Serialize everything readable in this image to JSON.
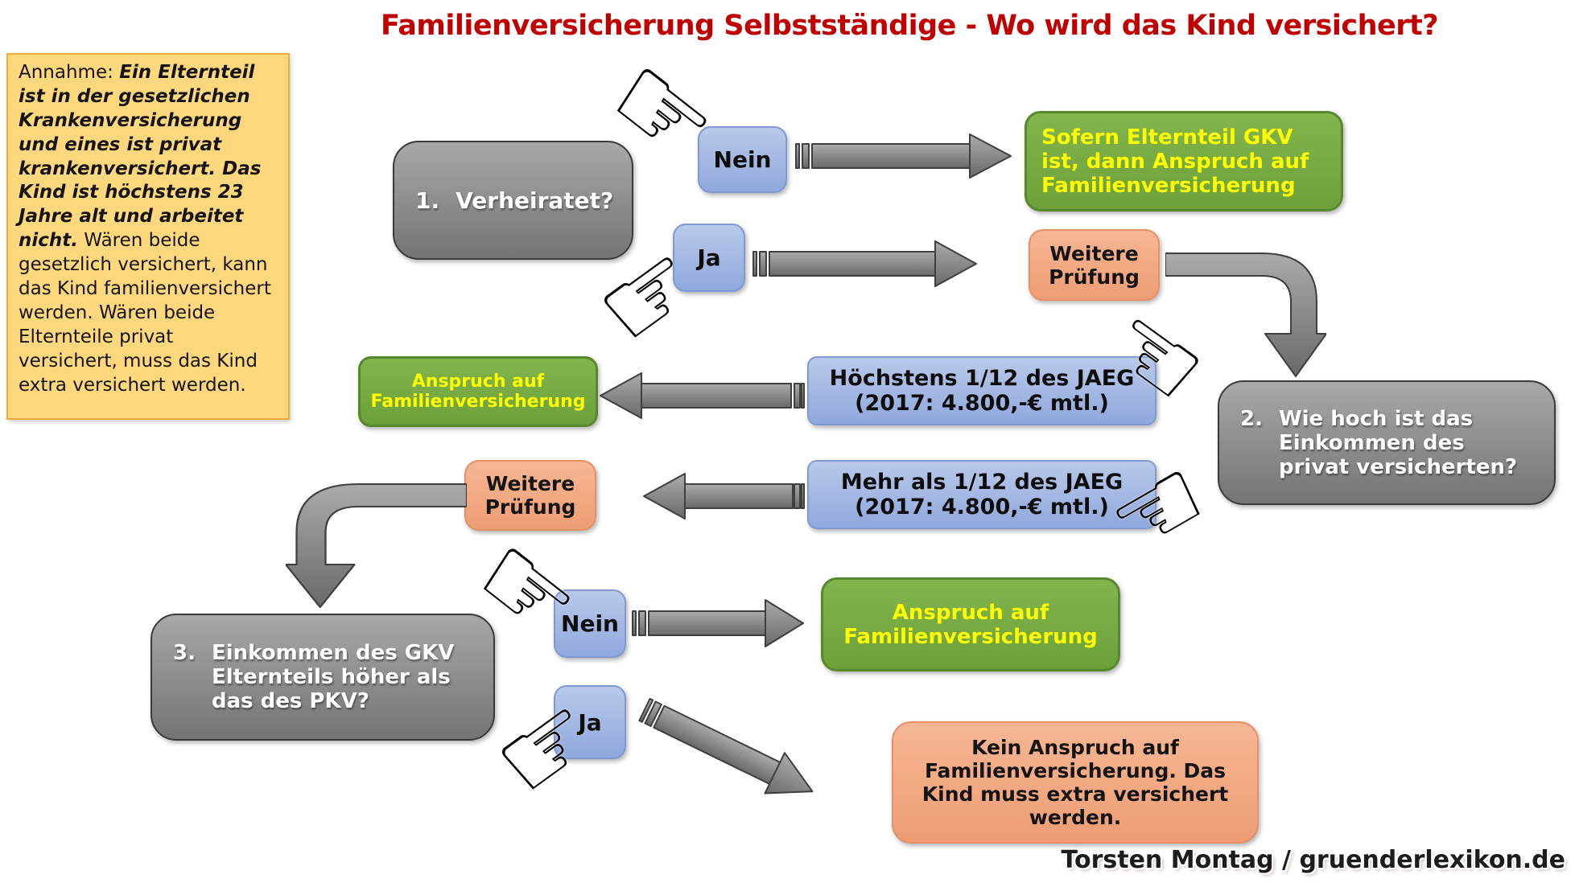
{
  "title": "Familienversicherung Selbstständige - Wo wird das Kind versichert?",
  "note": {
    "prefix": "Annahme: ",
    "emphasis": "Ein Elternteil ist in der gesetzlichen Krankenversicherung und eines ist privat krankenversichert. Das Kind ist höchstens 23 Jahre alt und arbeitet nicht.",
    "rest": " Wären beide gesetzlich versichert, kann das Kind familienversichert werden. Wären beide Elternteile privat versichert, muss das Kind extra versichert werden."
  },
  "step1": {
    "number": "1.",
    "question": "Verheiratet?",
    "no_label": "Nein",
    "yes_label": "Ja",
    "no_result": "Sofern Elternteil GKV ist, dann Anspruch auf Familienversicherung",
    "yes_result": "Weitere Prüfung"
  },
  "step2": {
    "number": "2.",
    "question": "Wie hoch ist das Einkommen des privat versicherten?",
    "low_line1": "Höchstens 1/12 des JAEG",
    "low_line2": "(2017: 4.800,-€ mtl.)",
    "high_line1": "Mehr als 1/12 des JAEG",
    "high_line2": "(2017: 4.800,-€ mtl.)",
    "low_result_line1": "Anspruch auf",
    "low_result_line2": "Familienversicherung",
    "high_result": "Weitere Prüfung"
  },
  "step3": {
    "number": "3.",
    "question": "Einkommen des GKV Elternteils höher als das des PKV?",
    "no_label": "Nein",
    "yes_label": "Ja",
    "no_result_line1": "Anspruch auf",
    "no_result_line2": "Familienversicherung",
    "yes_result": "Kein Anspruch auf Familienversicherung. Das Kind muss extra versichert werden."
  },
  "footer": "Torsten Montag / gruenderlexikon.de",
  "icons": {
    "pointer_right": "☞",
    "pointer_left": "☜"
  },
  "colors": {
    "title_red": "#C00000",
    "note_yellow": "#FFD87E",
    "box_gray": "#8A8A8A",
    "box_blue": "#9AB1E0",
    "box_green": "#77AB44",
    "box_orange": "#F4A781",
    "result_text_yellow": "#FFFF00",
    "arrow_gray": "#8C8C8C"
  }
}
